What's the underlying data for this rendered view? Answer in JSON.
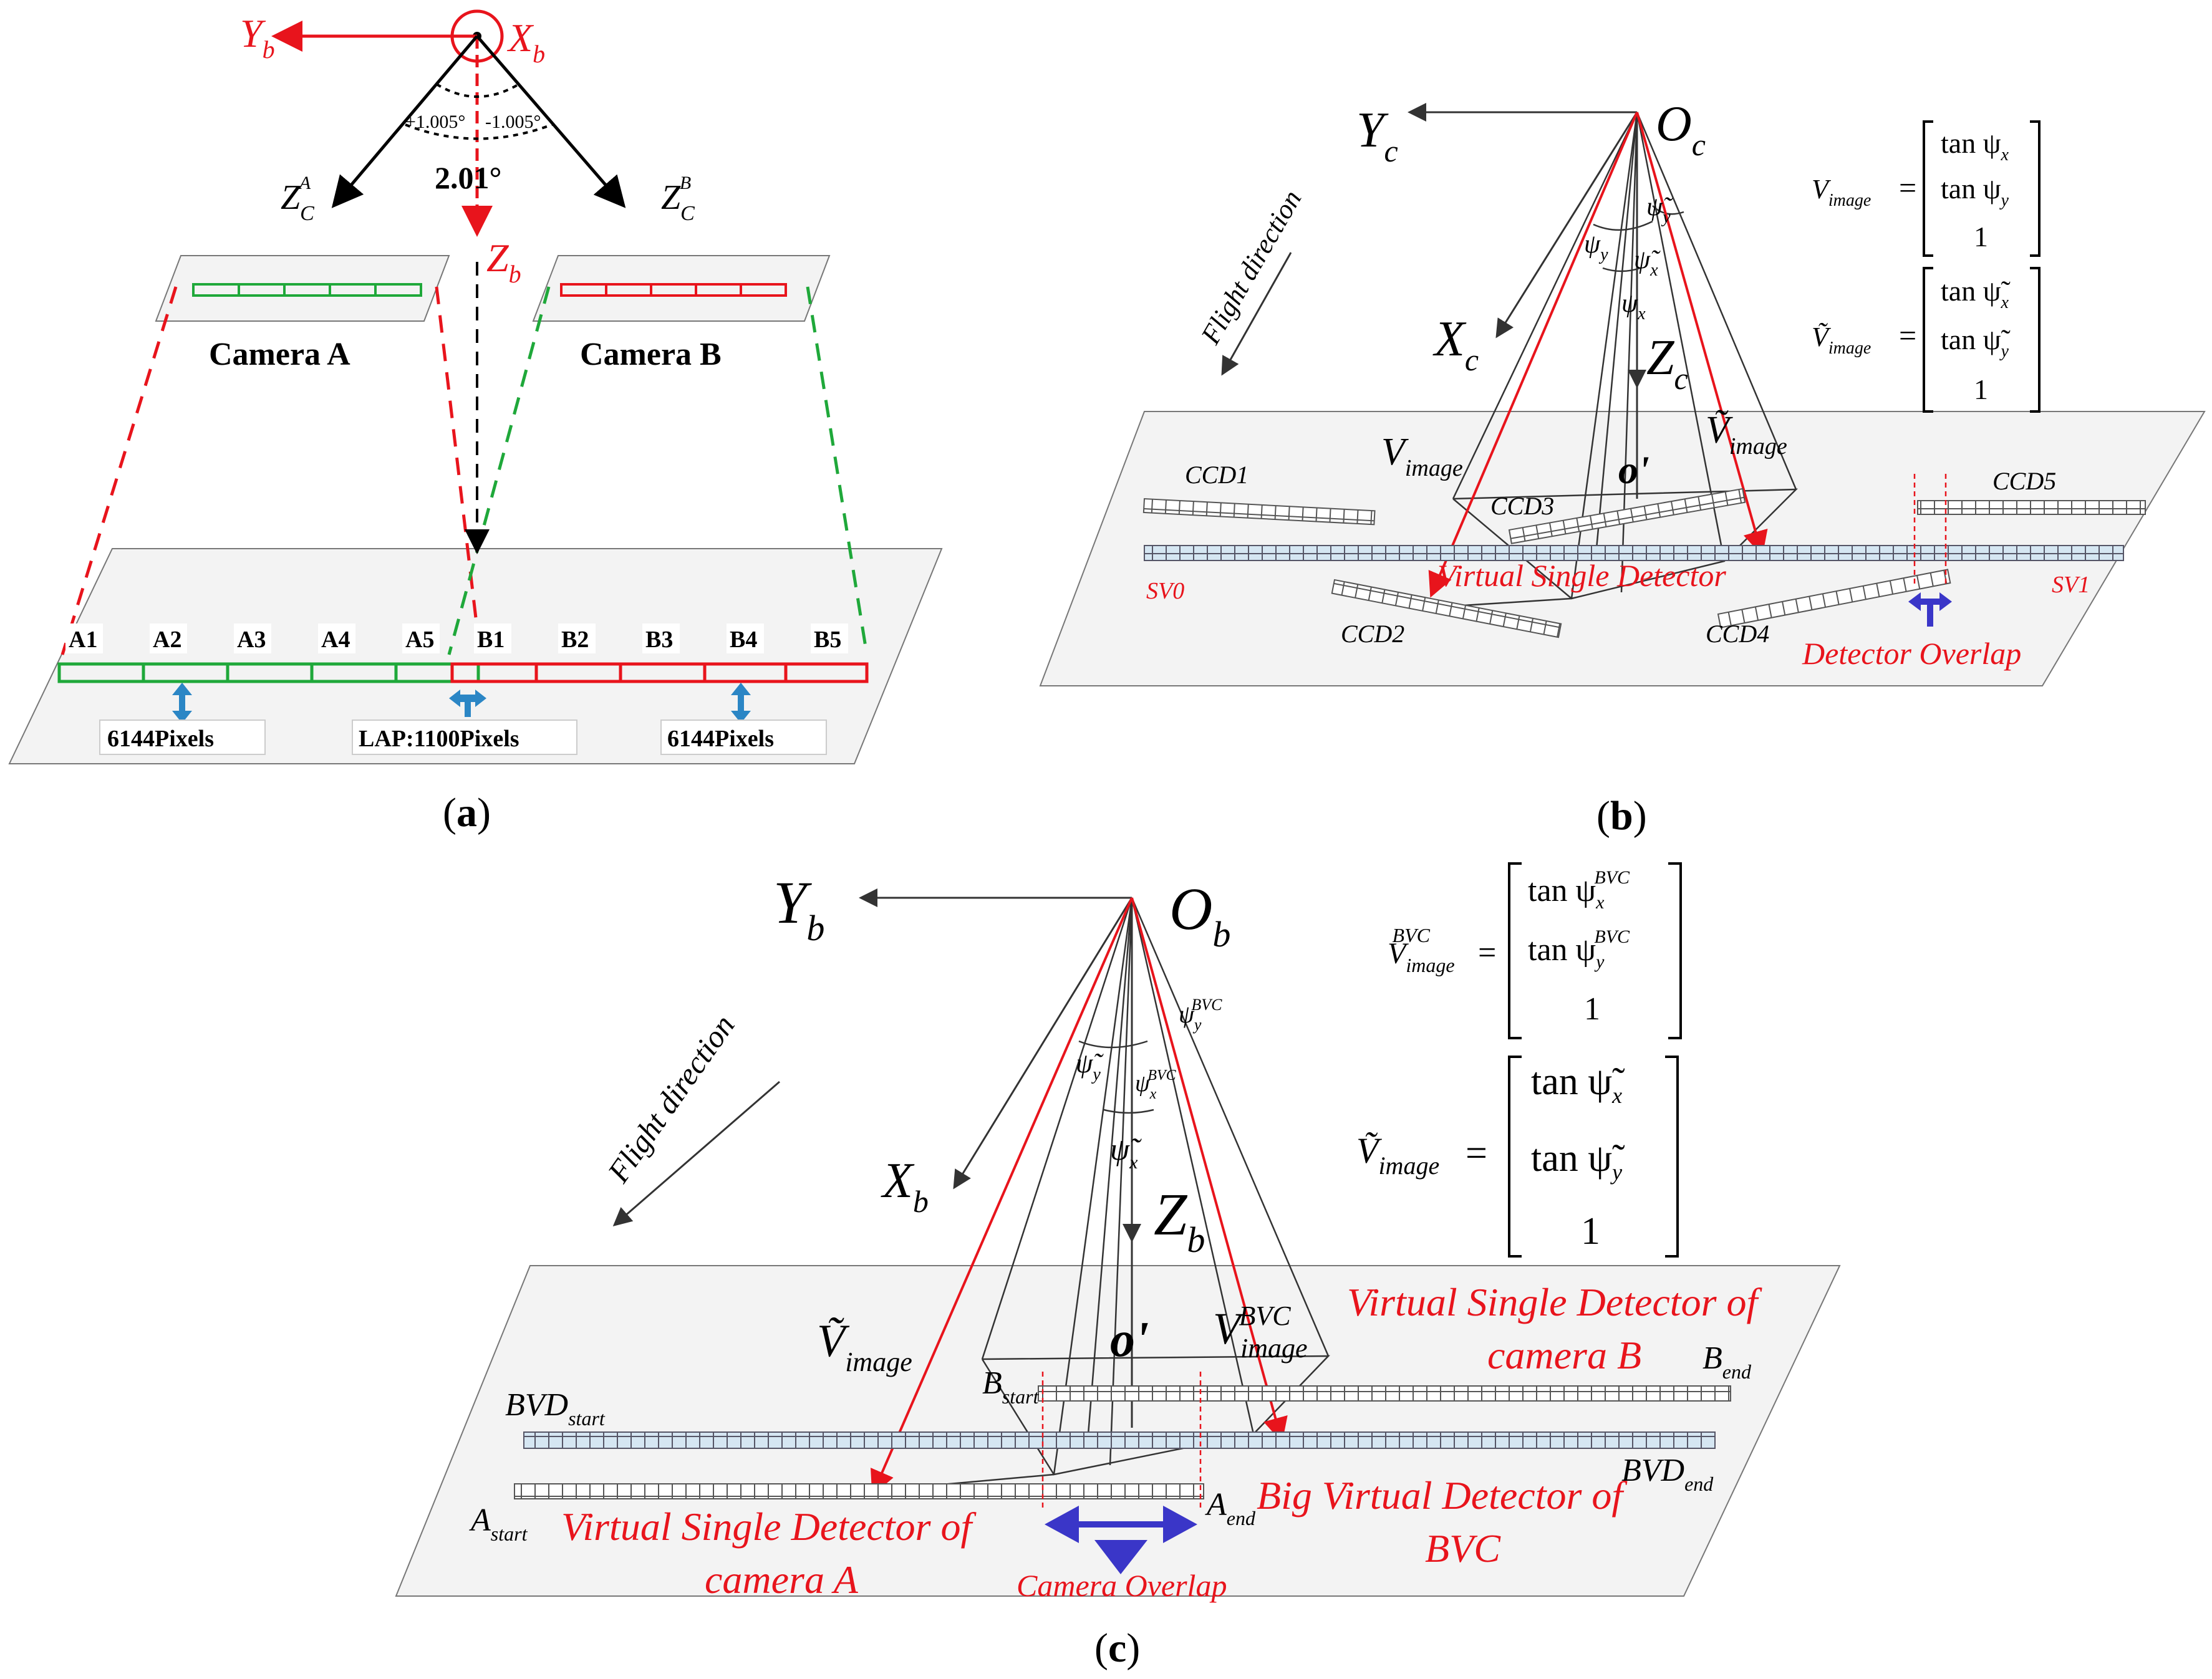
{
  "panel_a": {
    "caption": "(a)",
    "axis_yb": "Y",
    "axis_yb_sub": "b",
    "axis_xb": "X",
    "axis_xb_sub": "b",
    "axis_zb": "Z",
    "axis_zb_sub": "b",
    "axis_zca": "Z",
    "axis_zca_sub": "C",
    "axis_zca_sup": "A",
    "axis_zcb": "Z",
    "axis_zcb_sub": "C",
    "axis_zcb_sup": "B",
    "angle_plus": "+1.005°",
    "angle_minus": "-1.005°",
    "angle_total": "2.01°",
    "camera_a": "Camera A",
    "camera_b": "Camera B",
    "ccd_labels": [
      "A1",
      "A2",
      "A3",
      "A4",
      "A5",
      "B1",
      "B2",
      "B3",
      "B4",
      "B5"
    ],
    "pixels_left": "6144Pixels",
    "lap": "LAP:1100Pixels",
    "pixels_right": "6144Pixels"
  },
  "panel_b": {
    "caption": "(b)",
    "axis_yc": "Y",
    "axis_yc_sub": "c",
    "axis_oc": "O",
    "axis_oc_sub": "c",
    "axis_xc": "X",
    "axis_xc_sub": "c",
    "axis_zc": "Z",
    "axis_zc_sub": "c",
    "flight": "Flight direction",
    "psi_y": "ψ",
    "psi_y_sub": "y",
    "psi_x_tilde": "ψ̃",
    "psi_x_sub": "x",
    "psi_y_tilde": "ψ̃",
    "psi_x2": "ψ",
    "v_image": "V",
    "v_image_sub": "image",
    "v_tilde": "Ṽ",
    "origin": "o'",
    "ccd": [
      "CCD1",
      "CCD2",
      "CCD3",
      "CCD4",
      "CCD5"
    ],
    "sv0": "SV0",
    "sv1": "SV1",
    "virtual": "Virtual Single Detector",
    "overlap": "Detector Overlap",
    "eq1_lhs": "V",
    "eq1_rows": [
      "tan ψ",
      "tan ψ",
      "1"
    ],
    "eq1_subs": [
      "x",
      "y"
    ],
    "eq2_lhs": "Ṽ",
    "eq2_rows": [
      "tan ψ̃",
      "tan ψ̃",
      "1"
    ],
    "equals": "="
  },
  "panel_c": {
    "caption": "(c)",
    "axis_yb": "Y",
    "axis_yb_sub": "b",
    "axis_ob": "O",
    "axis_ob_sub": "b",
    "axis_xb": "X",
    "axis_xb_sub": "b",
    "axis_zb": "Z",
    "axis_zb_sub": "b",
    "flight": "Flight direction",
    "psi_bvc": "ψ",
    "bvc_sup": "BVC",
    "origin": "o'",
    "v_tilde": "Ṽ",
    "v_image_sub": "image",
    "v_bvc": "V",
    "bvd_start": "BVD",
    "bvd_start_sub": "start",
    "bvd_end": "BVD",
    "bvd_end_sub": "end",
    "b_start": "B",
    "b_start_sub": "start",
    "b_end": "B",
    "b_end_sub": "end",
    "a_start": "A",
    "a_start_sub": "start",
    "a_end": "A",
    "a_end_sub": "end",
    "vsd_b_1": "Virtual Single Detector of",
    "vsd_b_2": "camera B",
    "vsd_a_1": "Virtual Single Detector of",
    "vsd_a_2": "camera A",
    "big_1": "Big Virtual  Detector of",
    "big_2": "BVC",
    "cam_overlap": "Camera Overlap",
    "eq1_rows": [
      "tan ψ",
      "tan ψ",
      "1"
    ],
    "eq2_rows": [
      "tan ψ̃",
      "tan ψ̃",
      "1"
    ],
    "equals": "="
  },
  "colors": {
    "red": "#e8141c",
    "green": "#1fa83a",
    "blue_arrow": "#2b86c5",
    "purple": "#3a36c8",
    "plane_fill": "#f3f3f3",
    "detector_fill": "#d5e6f2"
  }
}
